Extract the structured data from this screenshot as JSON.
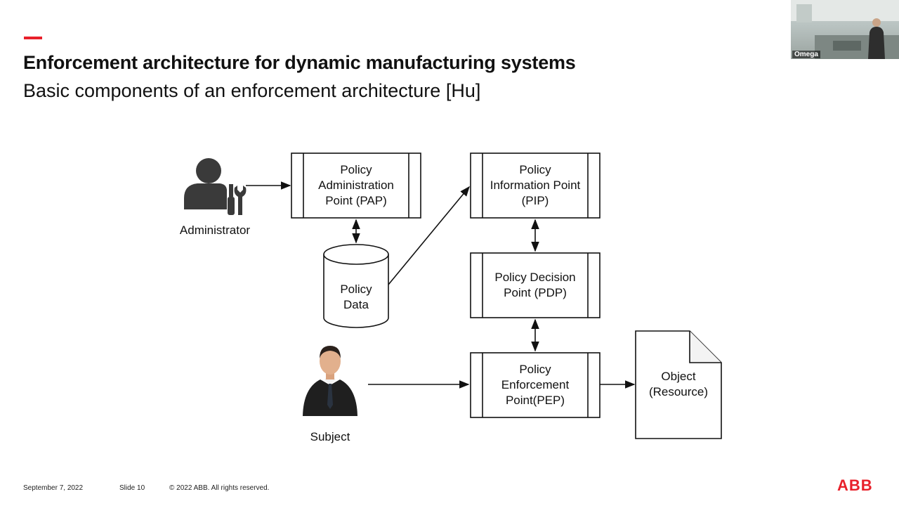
{
  "slide": {
    "title": "Enforcement architecture for dynamic manufacturing systems",
    "subtitle": "Basic components of an enforcement architecture [Hu]",
    "accent_color": "#e8202a"
  },
  "diagram": {
    "nodes": {
      "pap": [
        "Policy",
        "Administration",
        "Point (PAP)"
      ],
      "pip": [
        "Policy",
        "Information Point",
        "(PIP)"
      ],
      "pdp": [
        "Policy Decision",
        "Point (PDP)"
      ],
      "pep": [
        "Policy",
        "Enforcement",
        "Point(PEP)"
      ],
      "policy_data": [
        "Policy",
        "Data"
      ],
      "object": [
        "Object",
        "(Resource)"
      ]
    },
    "actors": {
      "administrator": "Administrator",
      "subject": "Subject"
    }
  },
  "footer": {
    "date": "September 7, 2022",
    "slide_number": "Slide 10",
    "copyright": "© 2022 ABB. All rights reserved."
  },
  "logo": {
    "text": "ABB",
    "color": "#e8202a"
  },
  "webcam": {
    "name": "Omega"
  }
}
